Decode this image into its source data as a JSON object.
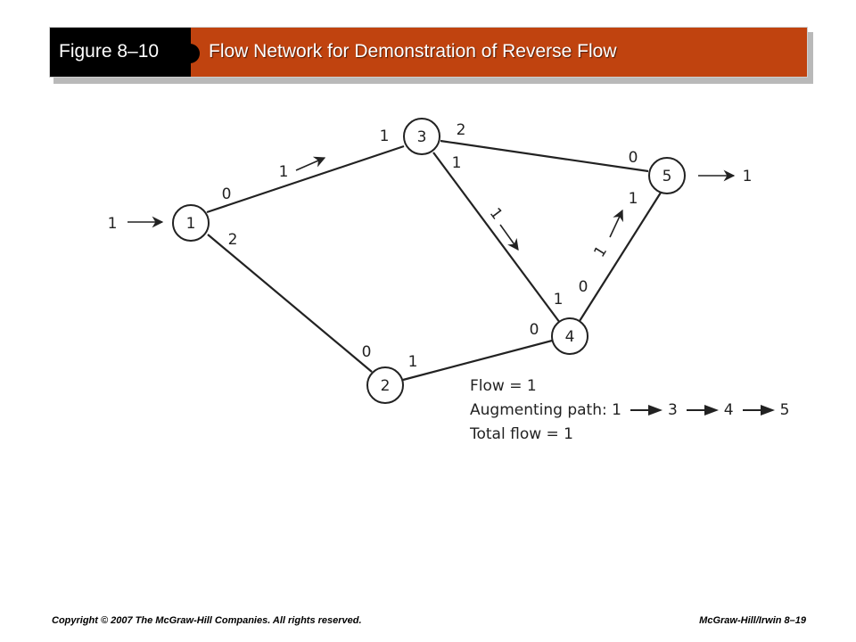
{
  "header": {
    "figure_label": "Figure 8–10",
    "title": "Flow Network for Demonstration of Reverse Flow"
  },
  "network": {
    "input_flow": "1",
    "output_flow": "1",
    "nodes": [
      {
        "id": "1",
        "label": "1"
      },
      {
        "id": "2",
        "label": "2"
      },
      {
        "id": "3",
        "label": "3"
      },
      {
        "id": "4",
        "label": "4"
      },
      {
        "id": "5",
        "label": "5"
      }
    ],
    "edges": [
      {
        "from": "1",
        "to": "3",
        "cap_from": "0",
        "cap_to": "1",
        "flow": "1"
      },
      {
        "from": "1",
        "to": "2",
        "cap_from": "2",
        "cap_to": "0"
      },
      {
        "from": "2",
        "to": "4",
        "cap_from": "1",
        "cap_to": "0"
      },
      {
        "from": "3",
        "to": "5",
        "cap_from": "2",
        "cap_to": "0"
      },
      {
        "from": "3",
        "to": "4",
        "cap_from": "1",
        "cap_to": "1",
        "flow": "1"
      },
      {
        "from": "4",
        "to": "5",
        "cap_from": "0",
        "cap_to": "1",
        "flow": "1"
      }
    ]
  },
  "notes": {
    "flow": "Flow = 1",
    "path_label": "Augmenting path: 1",
    "path_rest": [
      "3",
      "4",
      "5"
    ],
    "total": "Total flow = 1"
  },
  "footer": {
    "copyright": "Copyright © 2007 The McGraw-Hill Companies. All rights reserved.",
    "page": "McGraw-Hill/Irwin 8–19"
  }
}
